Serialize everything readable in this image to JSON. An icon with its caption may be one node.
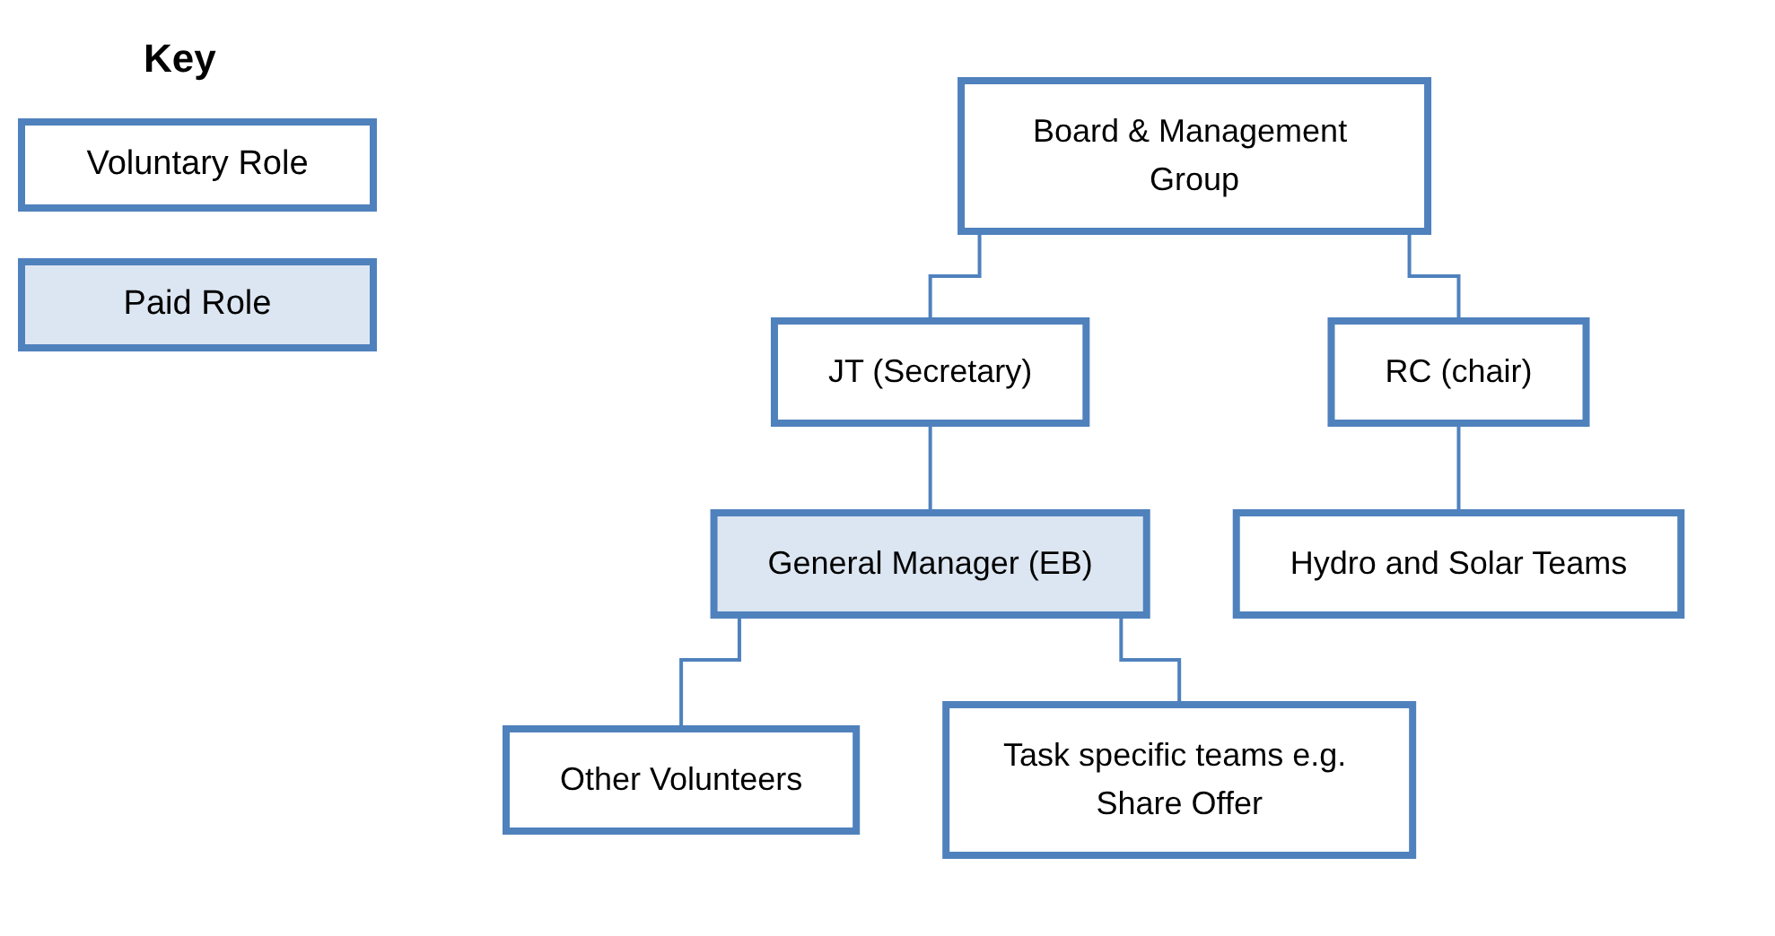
{
  "diagram": {
    "nodes": [
      {
        "text": [
          "Board & Management Group"
        ]
      },
      {
        "text": [
          "RC (chair)"
        ]
      },
      {
        "text": [
          "JT (Secretary)"
        ]
      },
      {
        "text": [
          "General Manager (EB)"
        ]
      },
      {
        "text": [
          "Hydro and Solar Teams"
        ]
      },
      {
        "text": [
          "Other Volunteers"
        ]
      },
      {
        "text": [
          "Task specific teams e.g. Share Offer"
        ]
      }
    ],
    "edges": [
      {
        "from": 0,
        "to": 1,
        "arrow": "none"
      },
      {
        "from": 0,
        "to": 2,
        "arrow": "none"
      },
      {
        "from": 2,
        "to": 3,
        "arrow": "none"
      },
      {
        "from": 1,
        "to": 4,
        "arrow": "none"
      },
      {
        "from": 3,
        "to": 5,
        "arrow": "none"
      },
      {
        "from": 3,
        "to": 6,
        "arrow": "none"
      }
    ],
    "labels": [
      "Key"
    ],
    "legend": [
      {
        "text": "Voluntary Role",
        "color": "#ffffff"
      },
      {
        "text": "Paid Role",
        "color": "#dce6f2"
      }
    ]
  }
}
